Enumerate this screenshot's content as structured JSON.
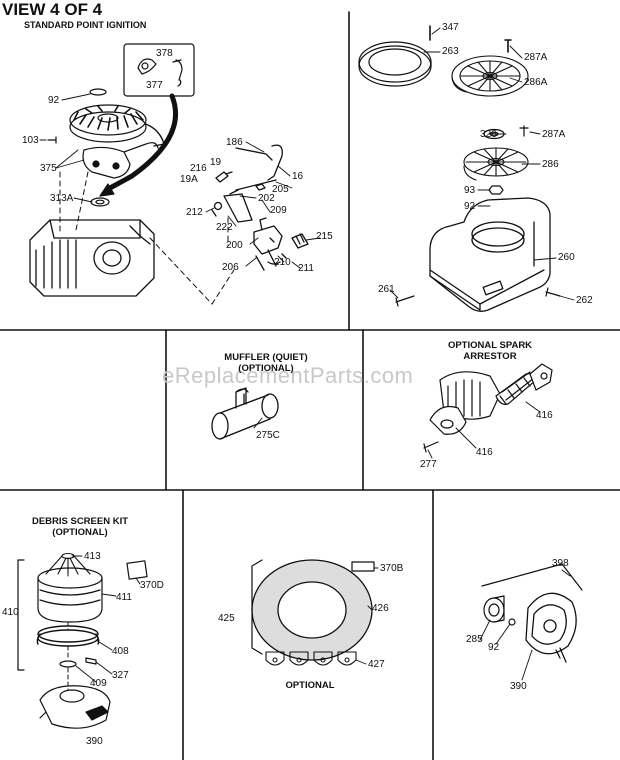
{
  "page": {
    "title": "VIEW 4 OF 4",
    "subtitle": "STANDARD POINT IGNITION",
    "watermark": "eReplacementParts.com",
    "colors": {
      "ink": "#111111",
      "paper": "#ffffff",
      "watermark": "#c8c8c8"
    }
  },
  "sections": {
    "muffler": {
      "line1": "MUFFLER (QUIET)",
      "line2": "(OPTIONAL)"
    },
    "spark": {
      "line1": "OPTIONAL SPARK",
      "line2": "ARRESTOR"
    },
    "debris": {
      "line1": "DEBRIS SCREEN KIT",
      "line2": "(OPTIONAL)"
    },
    "optional_label": "OPTIONAL"
  },
  "parts": {
    "p347": "347",
    "p263": "263",
    "p287A_1": "287A",
    "p286A": "286A",
    "p326": "326",
    "p287A_2": "287A",
    "p286": "286",
    "p93": "93",
    "p92_a": "92",
    "p260": "260",
    "p261": "261",
    "p262": "262",
    "p378": "378",
    "p377": "377",
    "p92_b": "92",
    "p103": "103",
    "p375": "375",
    "p313A": "313A",
    "p186": "186",
    "p216": "216",
    "p19": "19",
    "p19A": "19A",
    "p16": "16",
    "p205": "205",
    "p202": "202",
    "p209": "209",
    "p212": "212",
    "p222": "222",
    "p200": "200",
    "p215": "215",
    "p206": "206",
    "p210": "210",
    "p211": "211",
    "p275C": "275C",
    "p416_a": "416",
    "p416_b": "416",
    "p277": "277",
    "p413": "413",
    "p370D": "370D",
    "p410": "410",
    "p411": "411",
    "p408": "408",
    "p327": "327",
    "p409": "409",
    "p390_a": "390",
    "p370B": "370B",
    "p425": "425",
    "p426": "426",
    "p427": "427",
    "p398": "398",
    "p285": "285",
    "p92_c": "92",
    "p390_b": "390"
  }
}
